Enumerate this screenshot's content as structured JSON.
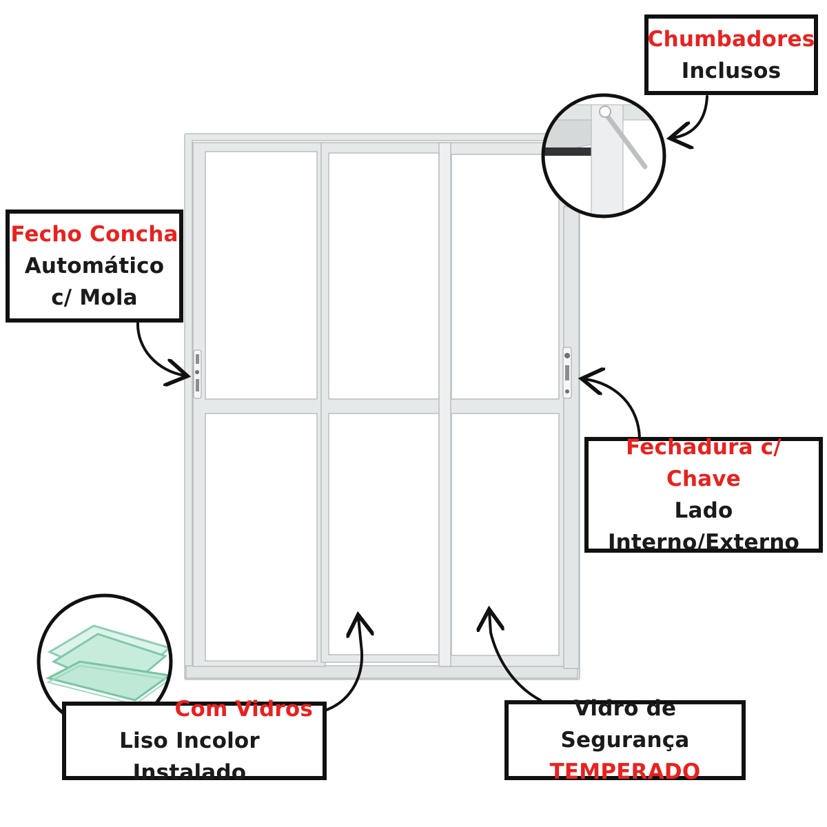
{
  "colors": {
    "highlight": "#e8221f",
    "text": "#1a1a1a",
    "border": "#111111",
    "frame": "#e6e9ea",
    "glass": "#9fd9c3"
  },
  "product": {
    "name": "aluminium sliding window, 4 panels, clear tempered glass"
  },
  "callouts": {
    "chumbadores": {
      "highlight": "Chumbadores",
      "line2": "Inclusos"
    },
    "fecho": {
      "highlight": "Fecho Concha",
      "line2": "Automático",
      "line3": "c/ Mola"
    },
    "fechadura": {
      "highlight": "Fechadura c/ Chave",
      "line2": "Lado",
      "line3": "Interno/Externo"
    },
    "vidros": {
      "highlight": "Com Vidros",
      "line2": "Liso Incolor Instalado"
    },
    "temperado": {
      "line1": "Vidro de Segurança",
      "highlight": "TEMPERADO"
    }
  },
  "icons": {
    "anchor_detail": "anchor-bolt-detail-icon",
    "glass_detail": "glass-sheets-icon",
    "arrow": "curved-arrow-icon"
  }
}
